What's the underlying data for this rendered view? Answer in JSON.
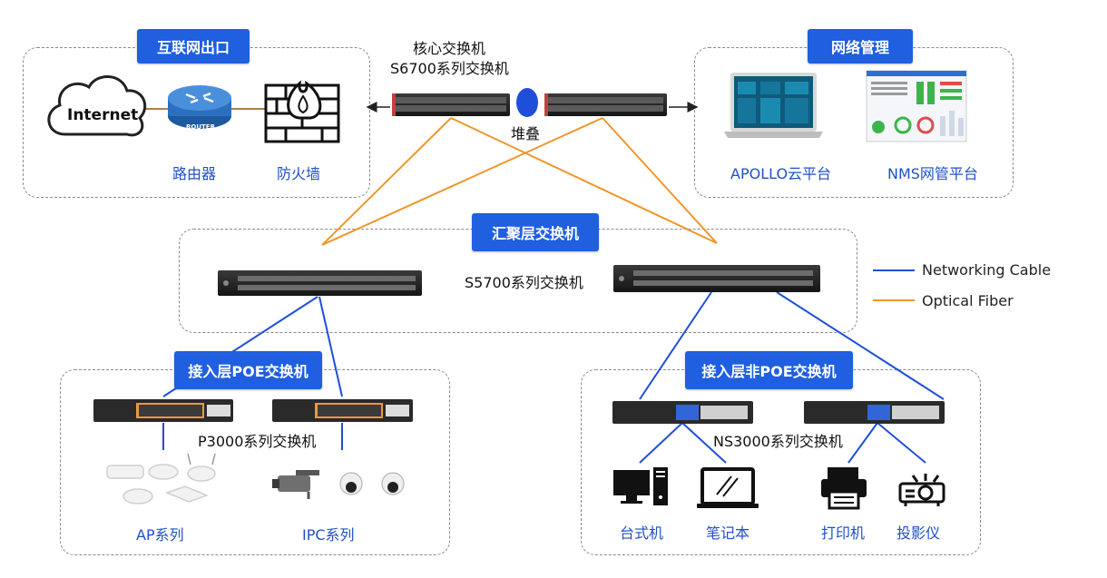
{
  "sections": {
    "internet_exit": "互联网出口",
    "network_mgmt": "网络管理",
    "aggregation": "汇聚层交换机",
    "access_poe": "接入层POE交换机",
    "access_non_poe": "接入层非POE交换机"
  },
  "core": {
    "title": "核心交换机",
    "subtitle": "S6700系列交换机",
    "stack": "堆叠"
  },
  "internet": {
    "cloud": "Internet",
    "router_badge": "ROUTER",
    "router": "路由器",
    "firewall": "防火墙"
  },
  "management": {
    "apollo": "APOLLO云平台",
    "nms": "NMS网管平台"
  },
  "agg_series": "S5700系列交换机",
  "poe": {
    "series": "P3000系列交换机",
    "ap": "AP系列",
    "ipc": "IPC系列"
  },
  "nonpoe": {
    "series": "NS3000系列交换机",
    "desktop": "台式机",
    "laptop": "笔记本",
    "printer": "打印机",
    "projector": "投影仪"
  },
  "legend": {
    "networking": "Networking Cable",
    "optical": "Optical Fiber"
  },
  "colors": {
    "blue_line": "#1f4fd8",
    "orange_line": "#f0962a",
    "tag_bg": "#1f5fe0",
    "label_blue": "#1e50c8"
  }
}
